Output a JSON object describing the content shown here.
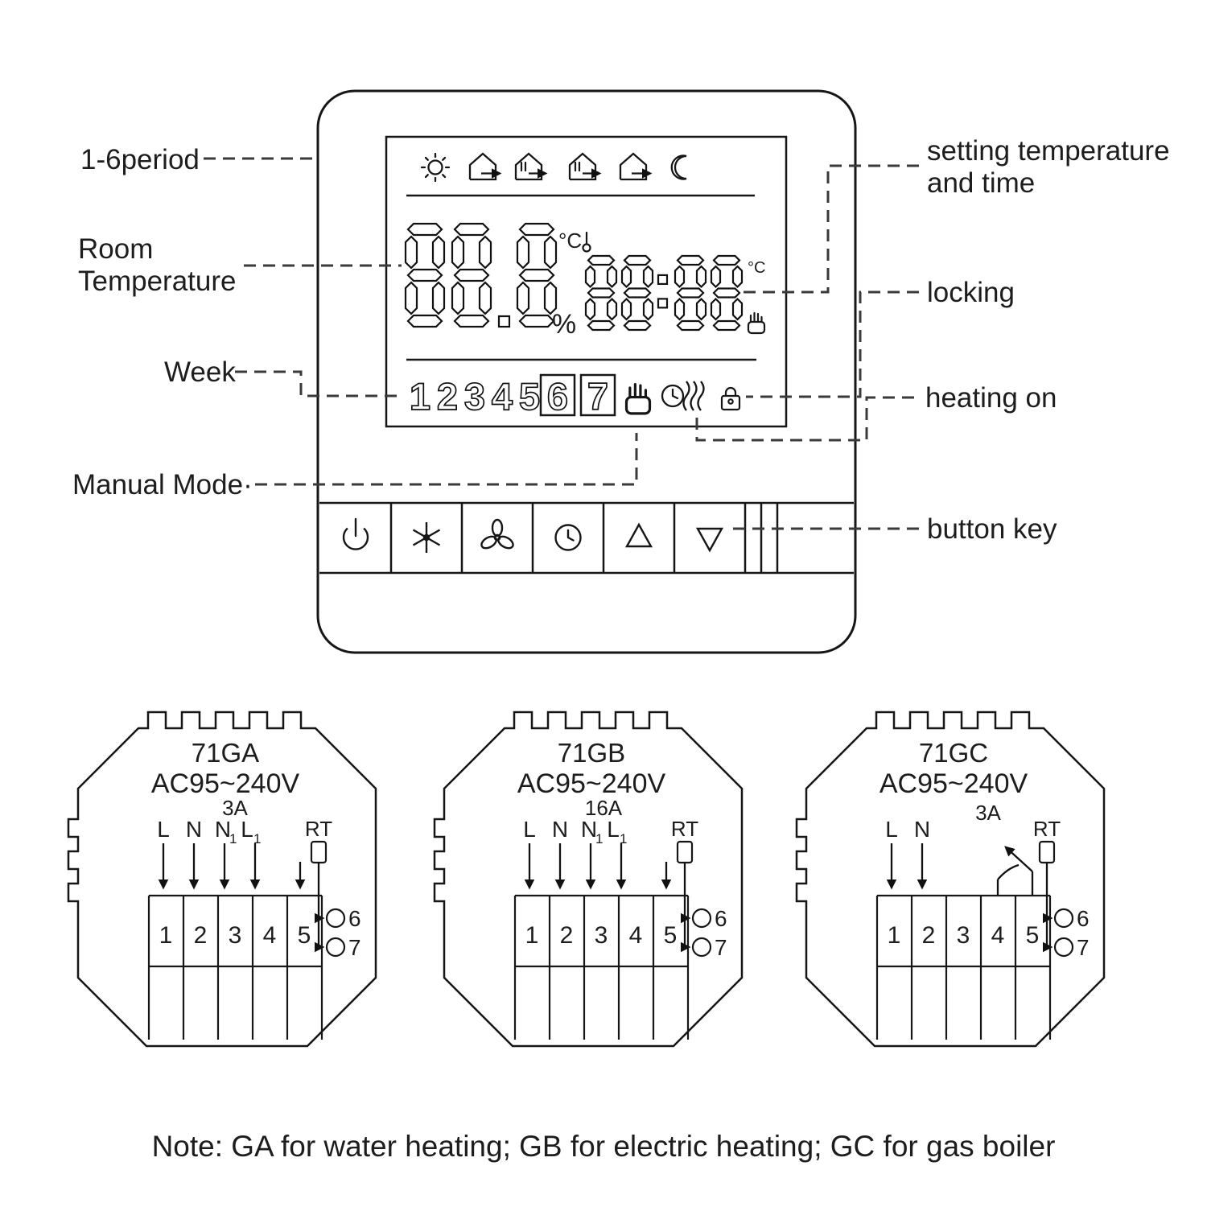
{
  "annotations": {
    "period": "1-6period",
    "room_temperature": [
      "Room",
      "Temperature"
    ],
    "week": "Week",
    "manual_mode": "Manual Mode·",
    "setting": [
      "setting temperature",
      "and time"
    ],
    "locking": "locking",
    "heating_on": "heating on",
    "button_key": "button key"
  },
  "lcd": {
    "room_temp": "88.8",
    "room_temp_unit": "°C",
    "humidity_unit": "%",
    "time": "88:88",
    "time_unit": "°C",
    "week_days": [
      "1",
      "2",
      "3",
      "4",
      "5",
      "6",
      "7"
    ],
    "period_icons": [
      "sun",
      "leave-home",
      "dinner",
      "dinner",
      "return-home",
      "moon"
    ],
    "status_icons": [
      "manual-hand",
      "timer",
      "heating",
      "lock"
    ]
  },
  "buttons": [
    "power",
    "mode",
    "fan",
    "timer",
    "up",
    "down"
  ],
  "modules": [
    {
      "model": "71GA",
      "voltage": "AC95~240V",
      "amp": "3A",
      "wires": [
        {
          "label": "L"
        },
        {
          "label": "N"
        },
        {
          "label": "N",
          "sub": "1"
        },
        {
          "label": "L",
          "sub": "1"
        }
      ],
      "terminals": [
        "1",
        "2",
        "3",
        "4",
        "5"
      ],
      "rt_label": "RT",
      "outputs": [
        "6",
        "7"
      ]
    },
    {
      "model": "71GB",
      "voltage": "AC95~240V",
      "amp": "16A",
      "wires": [
        {
          "label": "L"
        },
        {
          "label": "N"
        },
        {
          "label": "N",
          "sub": "1"
        },
        {
          "label": "L",
          "sub": "1"
        }
      ],
      "terminals": [
        "1",
        "2",
        "3",
        "4",
        "5"
      ],
      "rt_label": "RT",
      "outputs": [
        "6",
        "7"
      ]
    },
    {
      "model": "71GC",
      "voltage": "AC95~240V",
      "amp": "3A",
      "wires": [
        {
          "label": "L"
        },
        {
          "label": "N"
        }
      ],
      "terminals": [
        "1",
        "2",
        "3",
        "4",
        "5"
      ],
      "rt_label": "RT",
      "outputs": [
        "6",
        "7"
      ]
    }
  ],
  "note": "Note: GA for water heating; GB for electric heating; GC for gas boiler"
}
